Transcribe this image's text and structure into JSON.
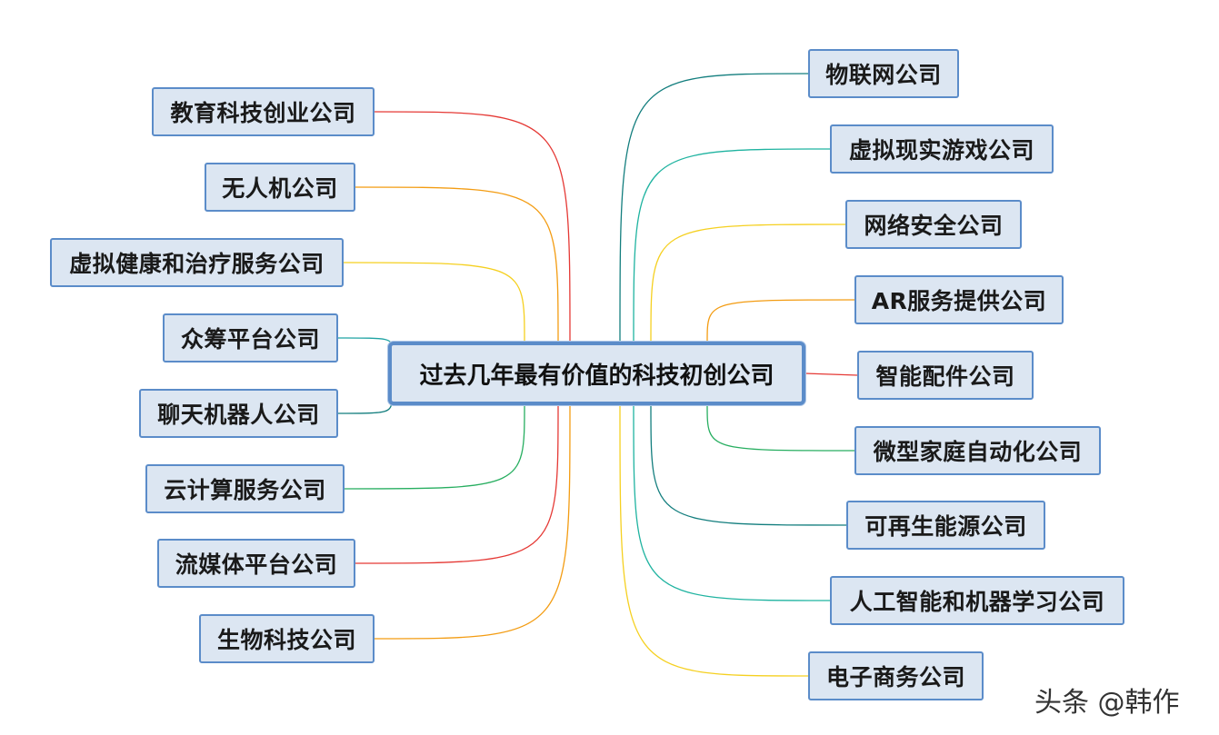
{
  "center": {
    "label": "过去几年最有价值的科技初创公司"
  },
  "left_branches": [
    {
      "label": "教育科技创业公司",
      "color": "#e53935"
    },
    {
      "label": "无人机公司",
      "color": "#f39c12"
    },
    {
      "label": "虚拟健康和治疗服务公司",
      "color": "#f5d020"
    },
    {
      "label": "众筹平台公司",
      "color": "#1fa3a3"
    },
    {
      "label": "聊天机器人公司",
      "color": "#137e7e"
    },
    {
      "label": "云计算服务公司",
      "color": "#27ae60"
    },
    {
      "label": "流媒体平台公司",
      "color": "#e53935"
    },
    {
      "label": "生物科技公司",
      "color": "#f39c12"
    }
  ],
  "right_branches": [
    {
      "label": "物联网公司",
      "color": "#137e7e"
    },
    {
      "label": "虚拟现实游戏公司",
      "color": "#1fb3a0"
    },
    {
      "label": "网络安全公司",
      "color": "#f5d020"
    },
    {
      "label": "AR服务提供公司",
      "color": "#f39c12"
    },
    {
      "label": "智能配件公司",
      "color": "#e53935"
    },
    {
      "label": "微型家庭自动化公司",
      "color": "#27ae60"
    },
    {
      "label": "可再生能源公司",
      "color": "#137e7e"
    },
    {
      "label": "人工智能和机器学习公司",
      "color": "#1fb3a0"
    },
    {
      "label": "电子商务公司",
      "color": "#f5d020"
    }
  ],
  "watermark": "头条 @韩作"
}
